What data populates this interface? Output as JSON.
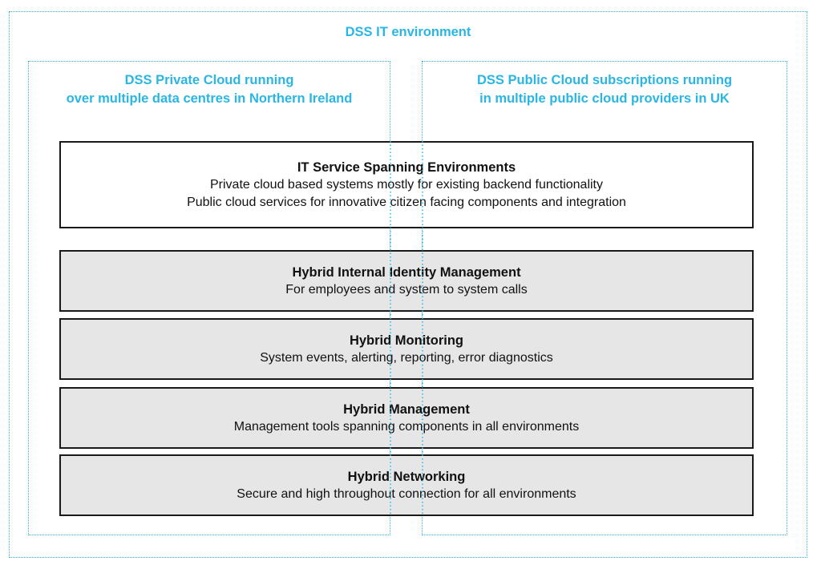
{
  "diagram": {
    "outer_title": "DSS IT environment",
    "private_title": [
      "DSS Private Cloud running",
      "over multiple data centres in Northern Ireland"
    ],
    "public_title": [
      "DSS Public Cloud subscriptions running",
      "in multiple public cloud providers in UK"
    ],
    "boxes": [
      {
        "title": "IT Service Spanning Environments",
        "lines": [
          "Private cloud based systems mostly for existing backend functionality",
          "Public cloud services for innovative citizen facing components and integration"
        ]
      },
      {
        "title": "Hybrid Internal Identity Management",
        "lines": [
          "For employees and system to system calls"
        ]
      },
      {
        "title": "Hybrid Monitoring",
        "lines": [
          "System events, alerting, reporting, error diagnostics"
        ]
      },
      {
        "title": "Hybrid Management",
        "lines": [
          "Management tools spanning components in all environments"
        ]
      },
      {
        "title": "Hybrid Networking",
        "lines": [
          "Secure and high throughout connection for all environments"
        ]
      }
    ],
    "colors": {
      "accent": "#29b6e3",
      "box_border": "#1a1a1a",
      "grey_fill": "#e6e6e6",
      "white_fill": "#ffffff",
      "text": "#111111"
    }
  }
}
